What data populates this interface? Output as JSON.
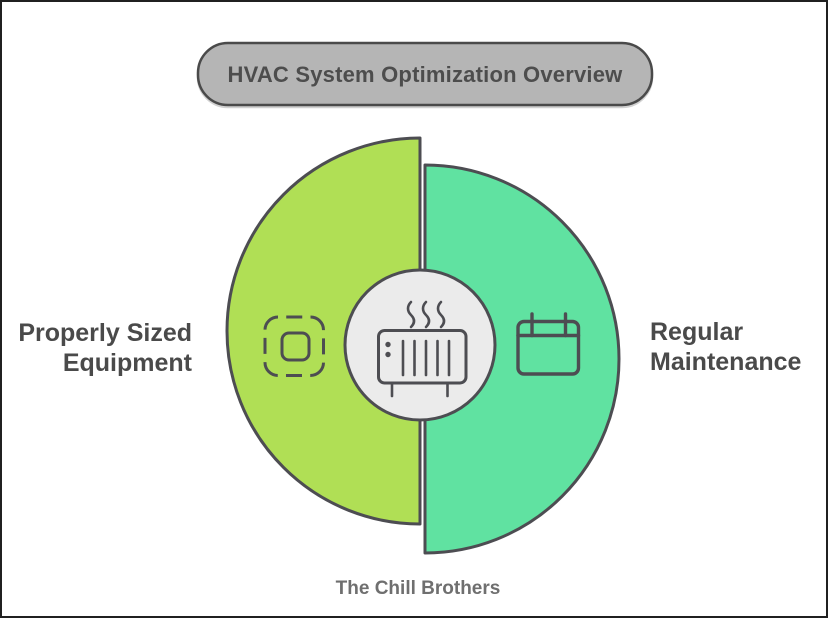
{
  "title": {
    "text": "HVAC System Optimization Overview",
    "bg_color": "#b5b5b5",
    "border_color": "#4a4a4a",
    "text_color": "#4d4d4d"
  },
  "diagram": {
    "left_segment": {
      "label_line1": "Properly Sized",
      "label_line2": "Equipment",
      "color": "#b0df55",
      "icon": "dashed-frame-icon"
    },
    "right_segment": {
      "label_line1": "Regular",
      "label_line2": "Maintenance",
      "color": "#60e2a1",
      "icon": "calendar-icon"
    },
    "center_badge": {
      "icon": "hvac-unit-icon",
      "bg_color": "#ebebeb"
    },
    "outline_color": "#4d4d52",
    "label_color": "#4a4a4a"
  },
  "footer": {
    "text": "The Chill Brothers",
    "color": "#6f6f6f"
  }
}
